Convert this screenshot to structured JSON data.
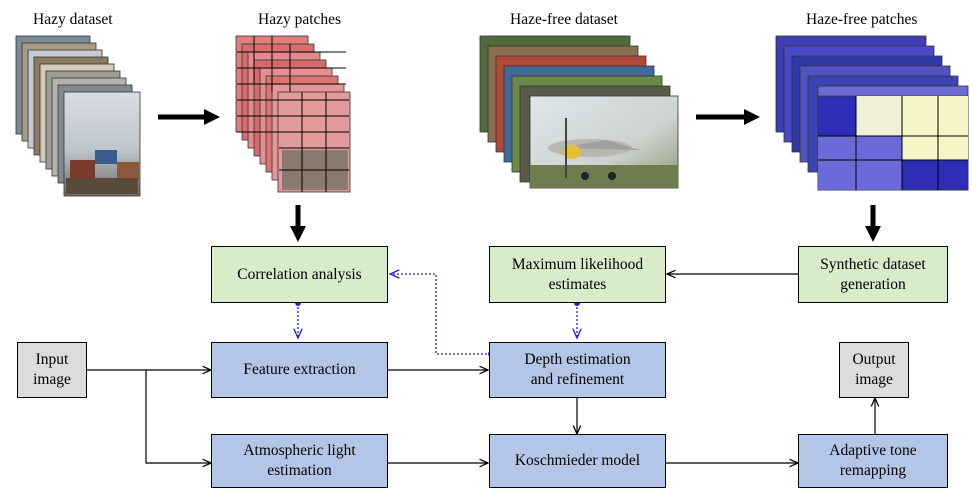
{
  "datasets": {
    "hazy_dataset": "Hazy dataset",
    "hazy_patches": "Hazy patches",
    "hazefree_dataset": "Haze-free dataset",
    "hazefree_patches": "Haze-free patches"
  },
  "boxes": {
    "correlation": "Correlation analysis",
    "ml_line1": "Maximum likelihood",
    "ml_line2": "estimates",
    "synthetic_line1": "Synthetic dataset",
    "synthetic_line2": "generation",
    "input_line1": "Input",
    "input_line2": "image",
    "feature": "Feature extraction",
    "depth_line1": "Depth estimation",
    "depth_line2": "and refinement",
    "output_line1": "Output",
    "output_line2": "image",
    "atmo_line1": "Atmospheric light",
    "atmo_line2": "estimation",
    "kosch": "Koschmieder model",
    "tone_line1": "Adaptive tone",
    "tone_line2": "remapping"
  },
  "colors": {
    "green_box": "#d9ecc9",
    "blue_box": "#b4c6e7",
    "grey_box": "#dcdcdc",
    "dotted_arrow": "#1f1fd6"
  }
}
